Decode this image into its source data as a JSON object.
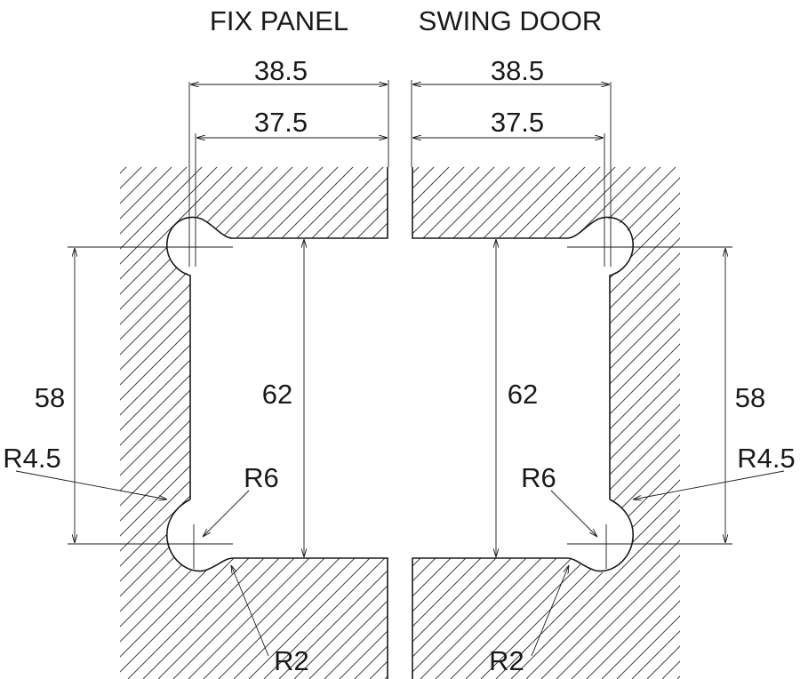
{
  "titles": {
    "fix_panel": "FIX PANEL",
    "swing_door": "SWING DOOR"
  },
  "fix_panel": {
    "outer_width": "38.5",
    "inner_width": "37.5",
    "height_outer": "58",
    "height_inner": "62",
    "radius_large": "R4.5",
    "radius_medium": "R6",
    "radius_small": "R2"
  },
  "swing_door": {
    "outer_width": "38.5",
    "inner_width": "37.5",
    "height_outer": "58",
    "height_inner": "62",
    "radius_large": "R4.5",
    "radius_medium": "R6",
    "radius_small": "R2"
  },
  "colors": {
    "line": "#1a1a1a",
    "background": "#ffffff"
  }
}
